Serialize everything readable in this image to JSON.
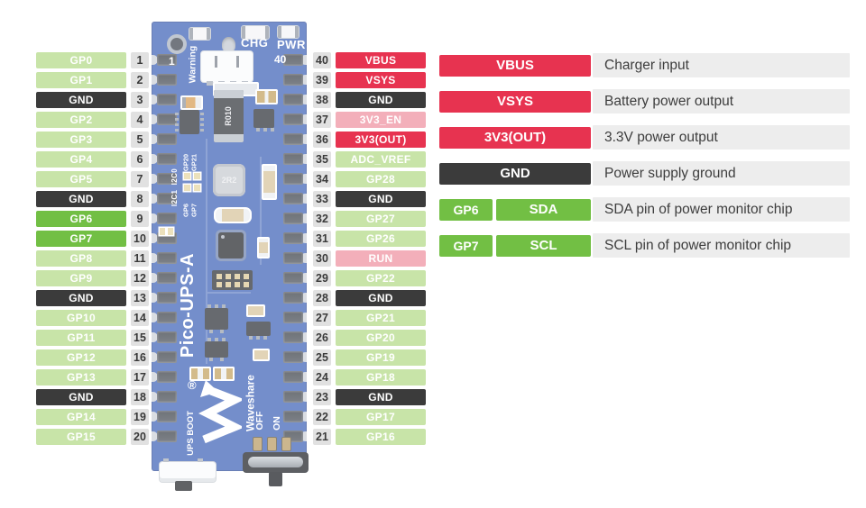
{
  "left_pins": [
    {
      "num": "1",
      "label": "GP0",
      "type": "gpio"
    },
    {
      "num": "2",
      "label": "GP1",
      "type": "gpio"
    },
    {
      "num": "3",
      "label": "GND",
      "type": "ground"
    },
    {
      "num": "4",
      "label": "GP2",
      "type": "gpio"
    },
    {
      "num": "5",
      "label": "GP3",
      "type": "gpio"
    },
    {
      "num": "6",
      "label": "GP4",
      "type": "gpio"
    },
    {
      "num": "7",
      "label": "GP5",
      "type": "gpio"
    },
    {
      "num": "8",
      "label": "GND",
      "type": "ground"
    },
    {
      "num": "9",
      "label": "GP6",
      "type": "i2c"
    },
    {
      "num": "10",
      "label": "GP7",
      "type": "i2c"
    },
    {
      "num": "11",
      "label": "GP8",
      "type": "gpio"
    },
    {
      "num": "12",
      "label": "GP9",
      "type": "gpio"
    },
    {
      "num": "13",
      "label": "GND",
      "type": "ground"
    },
    {
      "num": "14",
      "label": "GP10",
      "type": "gpio"
    },
    {
      "num": "15",
      "label": "GP11",
      "type": "gpio"
    },
    {
      "num": "16",
      "label": "GP12",
      "type": "gpio"
    },
    {
      "num": "17",
      "label": "GP13",
      "type": "gpio"
    },
    {
      "num": "18",
      "label": "GND",
      "type": "ground"
    },
    {
      "num": "19",
      "label": "GP14",
      "type": "gpio"
    },
    {
      "num": "20",
      "label": "GP15",
      "type": "gpio"
    }
  ],
  "right_pins": [
    {
      "num": "40",
      "label": "VBUS",
      "type": "power"
    },
    {
      "num": "39",
      "label": "VSYS",
      "type": "power"
    },
    {
      "num": "38",
      "label": "GND",
      "type": "ground"
    },
    {
      "num": "37",
      "label": "3V3_EN",
      "type": "control"
    },
    {
      "num": "36",
      "label": "3V3(OUT)",
      "type": "power"
    },
    {
      "num": "35",
      "label": "ADC_VREF",
      "type": "gpio"
    },
    {
      "num": "34",
      "label": "GP28",
      "type": "gpio"
    },
    {
      "num": "33",
      "label": "GND",
      "type": "ground"
    },
    {
      "num": "32",
      "label": "GP27",
      "type": "gpio"
    },
    {
      "num": "31",
      "label": "GP26",
      "type": "gpio"
    },
    {
      "num": "30",
      "label": "RUN",
      "type": "control"
    },
    {
      "num": "29",
      "label": "GP22",
      "type": "gpio"
    },
    {
      "num": "28",
      "label": "GND",
      "type": "ground"
    },
    {
      "num": "27",
      "label": "GP21",
      "type": "gpio"
    },
    {
      "num": "26",
      "label": "GP20",
      "type": "gpio"
    },
    {
      "num": "25",
      "label": "GP19",
      "type": "gpio"
    },
    {
      "num": "24",
      "label": "GP18",
      "type": "gpio"
    },
    {
      "num": "23",
      "label": "GND",
      "type": "ground"
    },
    {
      "num": "22",
      "label": "GP17",
      "type": "gpio"
    },
    {
      "num": "21",
      "label": "GP16",
      "type": "gpio"
    }
  ],
  "legend": [
    {
      "pin": null,
      "label": "VBUS",
      "type": "power",
      "desc": "Charger input"
    },
    {
      "pin": null,
      "label": "VSYS",
      "type": "power",
      "desc": "Battery power output"
    },
    {
      "pin": null,
      "label": "3V3(OUT)",
      "type": "power",
      "desc": "3.3V power output"
    },
    {
      "pin": null,
      "label": "GND",
      "type": "ground",
      "desc": "Power supply ground"
    },
    {
      "pin": "GP6",
      "label": "SDA",
      "type": "i2c",
      "desc": "SDA pin of power monitor chip"
    },
    {
      "pin": "GP7",
      "label": "SCL",
      "type": "i2c",
      "desc": "SCL pin of power monitor chip"
    }
  ],
  "board": {
    "silkscreen": {
      "model": "Pico-UPS-A",
      "brand": "Waveshare",
      "warning": "Warning",
      "chg": "CHG",
      "pwr": "PWR",
      "pin1": "1",
      "pin40": "40",
      "ups_boot": "UPS BOOT",
      "off": "OFF",
      "on": "ON",
      "i2c": "I2C1  I2C0",
      "gp2021": "GP20\nGP21",
      "gp67": "GP6\nGP7",
      "reg": "®"
    },
    "components": {
      "shunt": "R010",
      "inductor": "2R2"
    }
  },
  "colors": {
    "gpio": "#c8e4a8",
    "i2c": "#72bf44",
    "ground": "#3b3b3b",
    "power": "#e73350",
    "control": "#f3afba",
    "pin_number_bg": "#e1e1e1",
    "description_bg": "#ededed",
    "board": "#3f63b8"
  }
}
